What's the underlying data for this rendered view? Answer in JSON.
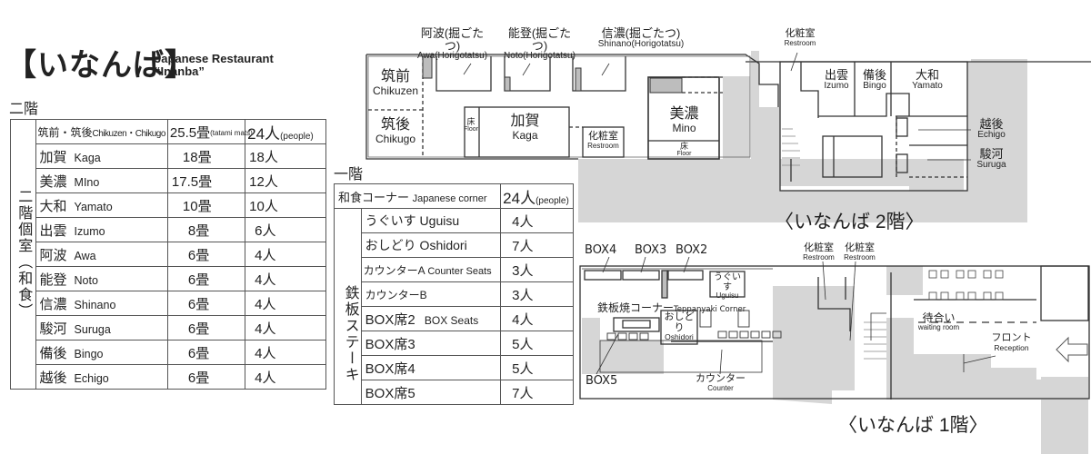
{
  "header": {
    "title_jp": "【いなんば】",
    "title_en_line1": "Japanese Restaurant",
    "title_en_line2": "“Inanba”"
  },
  "floor2_table": {
    "heading": "二階",
    "side_label": "二階個室（和食）",
    "top_row": {
      "name_jp": "筑前・筑後",
      "name_en": "Chikuzen・Chikugo",
      "mats": "25.5畳",
      "mats_note": "(tatami mats)",
      "people": "24人",
      "people_note": "(people)"
    },
    "rows": [
      {
        "jp": "加賀",
        "en": "Kaga",
        "mats": "18畳",
        "people": "18人"
      },
      {
        "jp": "美濃",
        "en": "MIno",
        "mats": "17.5畳",
        "people": "12人"
      },
      {
        "jp": "大和",
        "en": "Yamato",
        "mats": "10畳",
        "people": "10人"
      },
      {
        "jp": "出雲",
        "en": "Izumo",
        "mats": "8畳",
        "people": "6人"
      },
      {
        "jp": "阿波",
        "en": "Awa",
        "mats": "6畳",
        "people": "4人"
      },
      {
        "jp": "能登",
        "en": "Noto",
        "mats": "6畳",
        "people": "4人"
      },
      {
        "jp": "信濃",
        "en": "Shinano",
        "mats": "6畳",
        "people": "4人"
      },
      {
        "jp": "駿河",
        "en": "Suruga",
        "mats": "6畳",
        "people": "4人"
      },
      {
        "jp": "備後",
        "en": "Bingo",
        "mats": "6畳",
        "people": "4人"
      },
      {
        "jp": "越後",
        "en": "Echigo",
        "mats": "6畳",
        "people": "4人"
      }
    ]
  },
  "floor1_table": {
    "heading": "一階",
    "top_row": {
      "name_jp": "和食コーナー",
      "name_en": "Japanese corner",
      "people": "24人",
      "people_note": "(people)"
    },
    "side_label": "鉄板ステーキ",
    "rows": [
      {
        "name": "うぐいす Uguisu",
        "people": "4人"
      },
      {
        "name": "おしどり Oshidori",
        "people": "7人"
      },
      {
        "name": "カウンターA",
        "name_en": "Counter Seats",
        "people": "3人"
      },
      {
        "name": "カウンターB",
        "people": "3人"
      },
      {
        "name": "BOX席2",
        "name_en": "BOX Seats",
        "people": "4人"
      },
      {
        "name": "BOX席3",
        "people": "5人"
      },
      {
        "name": "BOX席4",
        "people": "5人"
      },
      {
        "name": "BOX席5",
        "people": "7人"
      }
    ]
  },
  "floor2_plan": {
    "caption": "〈いなんば 2階〉",
    "rooms": {
      "awa": {
        "jp": "阿波(掘ごたつ)",
        "en": "Awa(Horigotatsu)"
      },
      "noto": {
        "jp": "能登(掘ごたつ)",
        "en": "Noto(Horigotatsu)"
      },
      "shinano": {
        "jp": "信濃(掘ごたつ)",
        "en": "Shinano(Horigotatsu)"
      },
      "chikuzen": {
        "jp": "筑前",
        "en": "Chikuzen"
      },
      "chikugo": {
        "jp": "筑後",
        "en": "Chikugo"
      },
      "kaga": {
        "jp": "加賀",
        "en": "Kaga"
      },
      "kaga_floor": {
        "jp": "床",
        "en": "Floor"
      },
      "restroom_a": {
        "jp": "化粧室",
        "en": "Restroom"
      },
      "mino": {
        "jp": "美濃",
        "en": "Mino"
      },
      "mino_floor": {
        "jp": "床",
        "en": "Floor"
      },
      "restroom_b": {
        "jp": "化粧室",
        "en": "Restroom"
      },
      "izumo": {
        "jp": "出雲",
        "en": "Izumo"
      },
      "bingo": {
        "jp": "備後",
        "en": "Bingo"
      },
      "yamato": {
        "jp": "大和",
        "en": "Yamato"
      },
      "echigo": {
        "jp": "越後",
        "en": "Echigo"
      },
      "suruga": {
        "jp": "駿河",
        "en": "Suruga"
      },
      "floor_small": "床",
      "floor_en": "Floor"
    }
  },
  "floor1_plan": {
    "caption": "〈いなんば 1階〉",
    "labels": {
      "box4": "BOX4",
      "box3": "BOX3",
      "box2": "BOX2",
      "box5": "BOX5",
      "uguisu": {
        "jp": "うぐいす",
        "en": "Uguisu"
      },
      "oshidori": {
        "jp": "おしどり",
        "en": "Oshidori"
      },
      "teppanyaki": {
        "jp": "鉄板焼コーナー",
        "en": "Teppanyaki Corner"
      },
      "counter": {
        "jp": "カウンター",
        "en": "Counter"
      },
      "restroom1": {
        "jp": "化粧室",
        "en": "Restroom"
      },
      "restroom2": {
        "jp": "化粧室",
        "en": "Restroom"
      },
      "waiting": {
        "jp": "待合い",
        "en": "waiting room"
      },
      "reception": {
        "jp": "フロント",
        "en": "Reception"
      }
    }
  }
}
